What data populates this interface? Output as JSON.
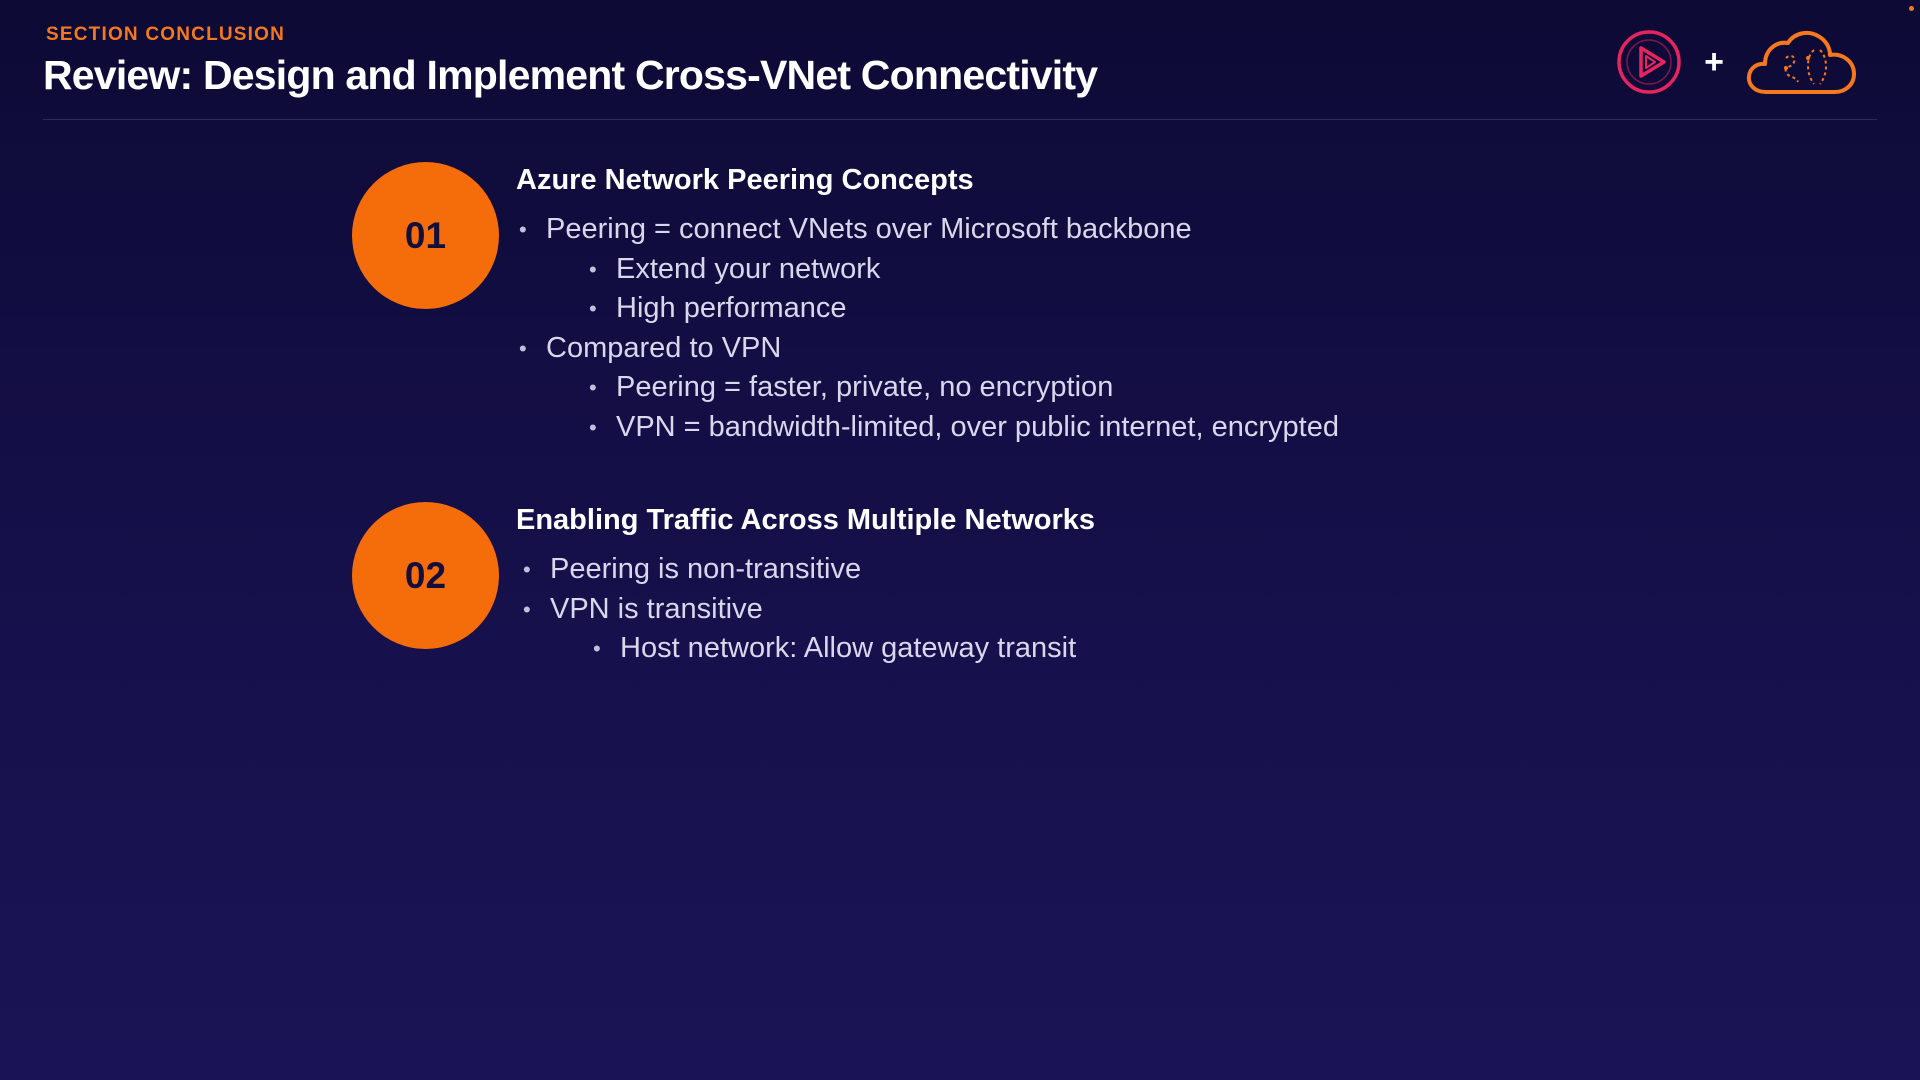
{
  "header": {
    "eyebrow": "SECTION CONCLUSION",
    "title": "Review: Design and Implement Cross-VNet Connectivity",
    "plus": "+"
  },
  "colors": {
    "accent": "#f56d0b",
    "background_top": "#0d0a35",
    "background_bottom": "#1a1456",
    "play_logo": "#e8245f"
  },
  "logos": {
    "left_icon": "play-logo-icon",
    "right_icon": "cloud-logo-icon"
  },
  "sections": [
    {
      "number": "01",
      "heading": "Azure Network Peering Concepts",
      "items": [
        {
          "text": "Peering = connect VNets over Microsoft backbone",
          "level": 1
        },
        {
          "text": "Extend your network",
          "level": 2
        },
        {
          "text": "High performance",
          "level": 2
        },
        {
          "text": "Compared to VPN",
          "level": 1
        },
        {
          "text": "Peering = faster, private, no encryption",
          "level": 2
        },
        {
          "text": "VPN = bandwidth-limited, over public internet, encrypted",
          "level": 2
        }
      ]
    },
    {
      "number": "02",
      "heading": "Enabling Traffic Across Multiple Networks",
      "items": [
        {
          "text": "Peering is non-transitive",
          "level": 1
        },
        {
          "text": "VPN is transitive",
          "level": 1
        },
        {
          "text": "Host network: Allow gateway transit",
          "level": 2
        }
      ]
    }
  ]
}
